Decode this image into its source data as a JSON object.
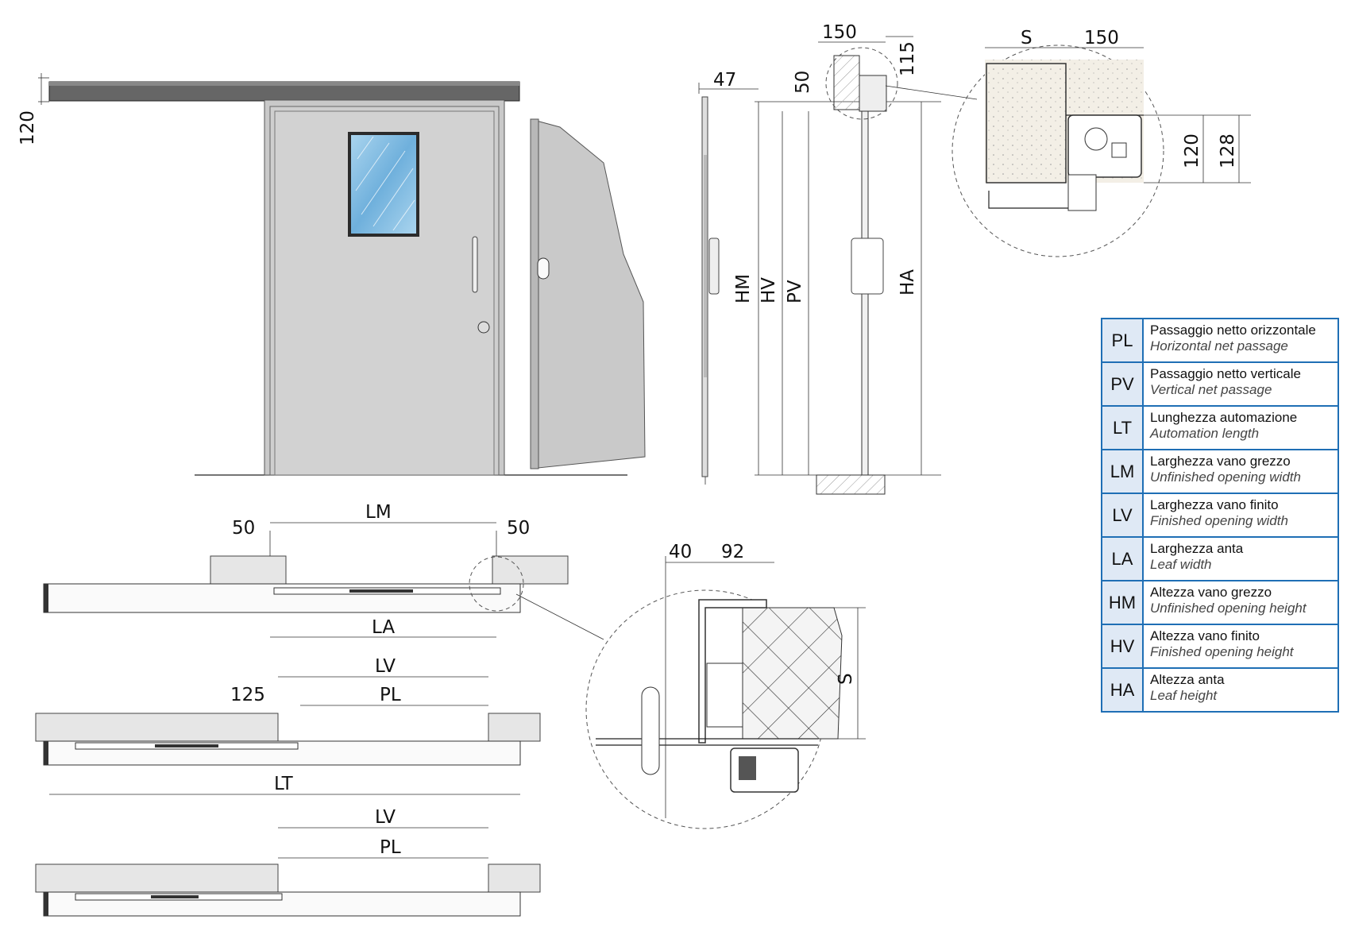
{
  "dimensions": {
    "elevation_frame_height": "120",
    "side_section_thickness": "47",
    "section_top_width": "150",
    "section_top_gap": "50",
    "section_top_height": "115",
    "section_heights": [
      "HM",
      "HV",
      "PV",
      "HA"
    ],
    "detail_top_S": "S",
    "detail_top_width": "150",
    "detail_top_h1": "120",
    "detail_top_h2": "128",
    "plan1_left": "50",
    "plan1_right": "50",
    "plan1_LM": "LM",
    "plan1_LA": "LA",
    "plan2_LV": "LV",
    "plan2_PL": "PL",
    "plan2_offset": "125",
    "plan2_LT": "LT",
    "plan3_LV": "LV",
    "plan3_PL": "PL",
    "detail_plan_a": "40",
    "detail_plan_b": "92",
    "detail_plan_S": "S"
  },
  "legend": [
    {
      "code": "PL",
      "it": "Passaggio netto orizzontale",
      "en": "Horizontal net passage"
    },
    {
      "code": "PV",
      "it": "Passaggio netto verticale",
      "en": "Vertical net passage"
    },
    {
      "code": "LT",
      "it": "Lunghezza automazione",
      "en": "Automation length"
    },
    {
      "code": "LM",
      "it": "Larghezza vano grezzo",
      "en": "Unfinished opening width"
    },
    {
      "code": "LV",
      "it": "Larghezza vano finito",
      "en": "Finished opening width"
    },
    {
      "code": "LA",
      "it": "Larghezza anta",
      "en": "Leaf width"
    },
    {
      "code": "HM",
      "it": "Altezza vano grezzo",
      "en": "Unfinished opening height"
    },
    {
      "code": "HV",
      "it": "Altezza vano finito",
      "en": "Finished opening height"
    },
    {
      "code": "HA",
      "it": "Altezza anta",
      "en": "Leaf height"
    }
  ]
}
